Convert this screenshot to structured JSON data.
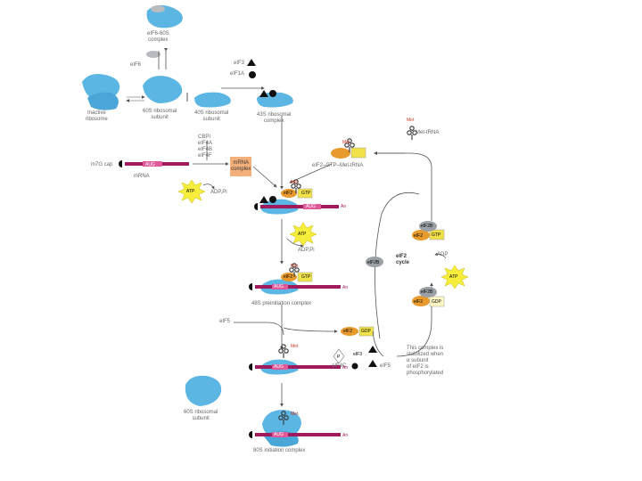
{
  "labels": {
    "eif6_complex": "eIF6-60S\ncomplex",
    "eif6": "eIF6",
    "eif3": "eIF3",
    "eif1a": "eIF1A",
    "inactive_ribosome": "Inactive\nribosome",
    "s60_subunit": "60S ribosomal\nsubunit",
    "s40_subunit": "40S ribosomal\nsubunit",
    "s43_complex": "43S ribosomal\ncomplex",
    "met_trna": "Met-tRNA",
    "met": "Met",
    "eif2_gtp_met": "eIF2–GTP–Met-tRNA",
    "cbp_factors": "CBPI\neIF4A\neIF4B\neIF4F",
    "m7g_cap": "m7G cap",
    "mrna": "mRNA",
    "aug": "AUG",
    "an": "An",
    "mrna_complex": "mRNA\ncomplex",
    "atp": "ATP",
    "adp_pi": "ADP,Pi",
    "gtp": "GTP",
    "gdp": "GDP",
    "eif2": "eIF2",
    "eif2b": "eIF2B",
    "eif2_cycle": "eIF2\ncycle",
    "adp": "ADP",
    "s48_complex": "48S preinitiation complex",
    "eif5": "eIF5",
    "eif4c": "eIF4C",
    "pi": "P",
    "stable_note": "This complex is\nstabilized when\nα subunit\nof eIF2 is\nphosphorylated",
    "s60_subunit_bottom": "60S ribosomal\nsubunit",
    "s80_complex": "80S initiation complex"
  },
  "colors": {
    "ribosome": "#5cb6e3",
    "ribosome_gray": "#b8bcc0",
    "mrna": "#a01a5c",
    "eif2_oval": "#e89a2c",
    "gtp_box": "#f2e24a",
    "mrna_complex": "#f4b07a",
    "atp_burst": "#f6ee3a",
    "eif2b_oval": "#9aa0a6",
    "met_text": "#c0392b"
  }
}
